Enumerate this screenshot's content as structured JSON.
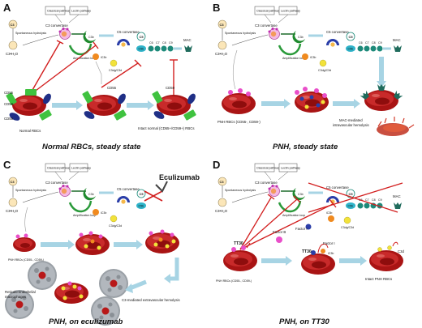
{
  "figure": {
    "colors": {
      "c3": "#f7c06b",
      "rbc": "#b81818",
      "cd55": "#41c241",
      "cd59": "#2a3c8c",
      "arrow": "#a7d4e4",
      "inhibit": "#d21e1e",
      "c5": "#1d8a7a",
      "c3b": "#f08a1f",
      "c3d": "#f2e23a"
    },
    "A": {
      "letter": "A",
      "c3": "C3",
      "spont": "Spontaneous hydrolysis",
      "c3h2o": "C3•H₂O",
      "classical": "Classical pathway",
      "lectin": "Lectin pathway",
      "c3conv": "C3 convertase",
      "c3b": "C3b",
      "amp": "Amplification loop",
      "c5conv": "C5 convertase",
      "c5": "C5",
      "c5b": "C5b",
      "c6": "C6",
      "c7": "C7",
      "c8": "C8",
      "c9": "C9",
      "mac": "MAC",
      "ic3b": "iC3b",
      "c3dg": "C3dg/C3d",
      "cd55": "CD55",
      "cd59": "CD59",
      "normal": "Normal RBCs",
      "intact": "Intact normal (CD55+/CD59+) RBCs",
      "caption": "Normal RBCs, steady state"
    },
    "B": {
      "letter": "B",
      "c3": "C3",
      "spont": "Spontaneous hydrolysis",
      "c3h2o": "C3•H₂O",
      "classical": "Classical pathway",
      "lectin": "Lectin pathway",
      "c3conv": "C3 convertase",
      "c3b": "C3b",
      "amp": "Amplification loop",
      "c5conv": "C5 convertase",
      "c5": "C5",
      "c5b": "C5b",
      "c6": "C6",
      "c7": "C7",
      "c8": "C8",
      "c9": "C9",
      "mac": "MAC",
      "ic3b": "iC3b",
      "c3dg": "C3dg/C3d",
      "pnh": "PNH RBCs (CD55-, CD59-)",
      "hemo1": "MAC-mediated",
      "hemo2": "intravascular hemolysis",
      "caption": "PNH, steady state"
    },
    "C": {
      "letter": "C",
      "c3": "C3",
      "spont": "Spontaneous hydrolysis",
      "c3h2o": "C3•H₂O",
      "classical": "Classical pathway",
      "lectin": "Lectin pathway",
      "c3conv": "C3 convertase",
      "c3b": "C3b",
      "amp": "Amplification loop",
      "c5conv": "C5 convertase",
      "c5": "C5",
      "c5b": "C5b",
      "eculizumab": "Eculizumab",
      "ic3b": "iC3b",
      "c3dg": "C3dg/C3d",
      "pnh": "PNH RBCs (CD55-, CD59-)",
      "macro1": "Reticulo-endothelial",
      "macro2": "macrophages",
      "extra": "C3-mediated extravascular hemolysis",
      "caption": "PNH, on eculizumab"
    },
    "D": {
      "letter": "D",
      "c3": "C3",
      "spont": "Spontaneous hydrolysis",
      "c3h2o": "C3•H₂O",
      "classical": "Classical pathway",
      "lectin": "Lectin pathway",
      "c3conv": "C3 convertase",
      "c3b": "C3b",
      "amp": "Amplification loop",
      "c5conv": "C5 convertase",
      "c5": "C5",
      "c5b": "C5b",
      "c6": "C6",
      "c7": "C7",
      "c8": "C8",
      "c9": "C9",
      "mac": "MAC",
      "ic3b": "iC3b",
      "c3dg": "C3dg/C3d",
      "factorb": "Factor B",
      "factori": "Factor I",
      "factori2": "Factor I",
      "tt30": "TT30",
      "tt30b": "TT30",
      "ic3b2": "iC3b",
      "c3d": "C3d",
      "pnh": "PNH RBCs (CD55-, CD59-)",
      "intact": "Intact PNH RBCs",
      "caption": "PNH, on TT30"
    }
  }
}
